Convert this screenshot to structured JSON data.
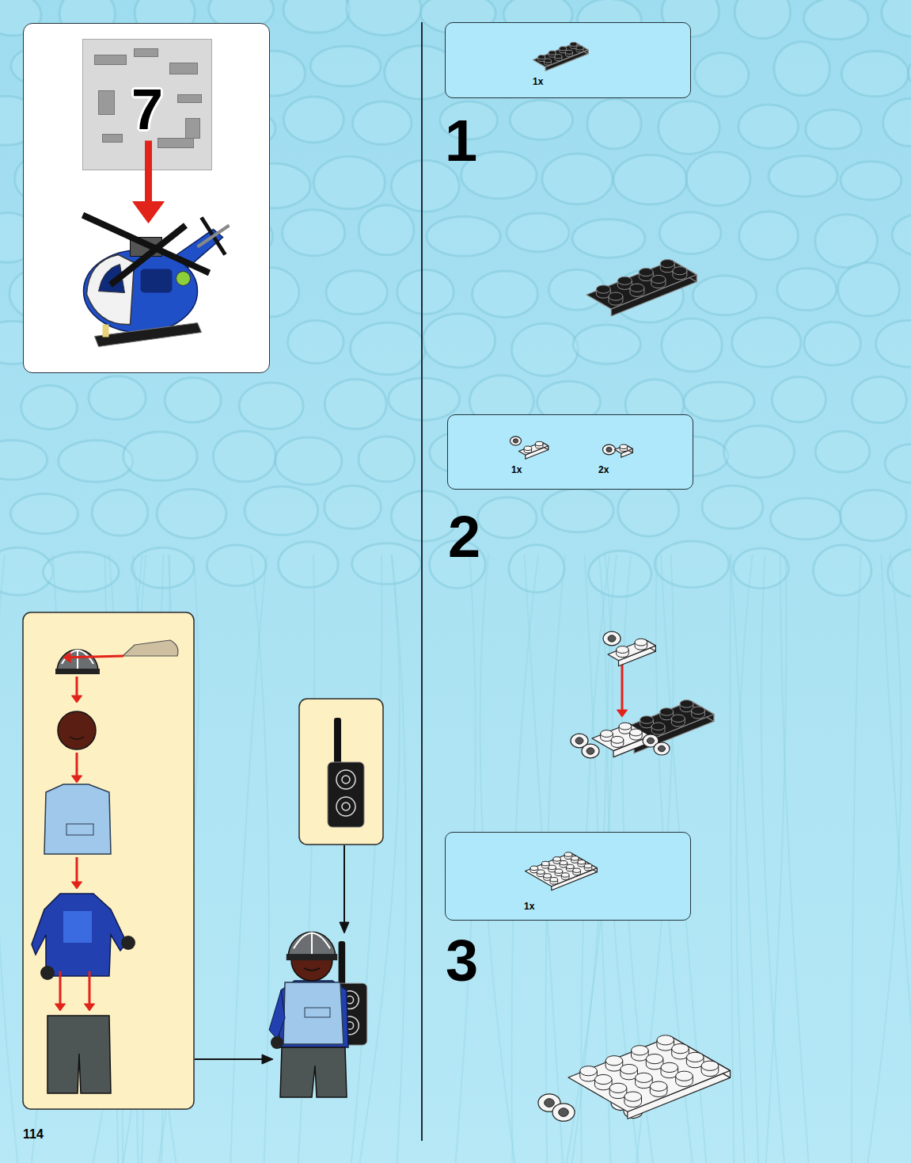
{
  "diagram": {
    "nodes": [
      {
        "text": [
          "7"
        ]
      },
      {
        "text": [
          "1x"
        ]
      },
      {
        "text": [
          "1x",
          "2x"
        ]
      },
      {
        "text": [
          "1x"
        ]
      }
    ],
    "labels": [
      "1",
      "2",
      "3",
      "114"
    ]
  }
}
